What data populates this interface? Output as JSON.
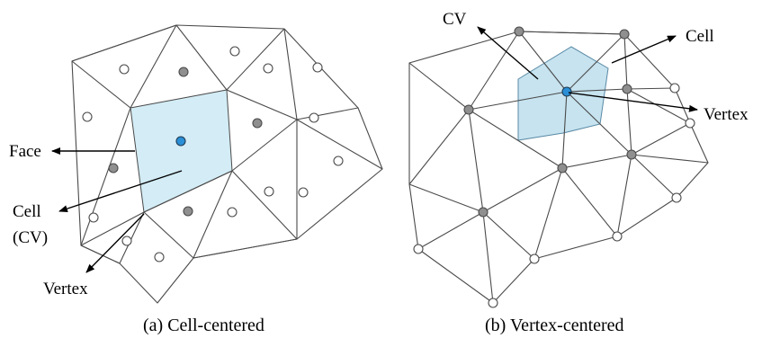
{
  "left_panel": {
    "caption": "(a) Cell-centered",
    "labels": {
      "face": "Face",
      "cell_line1": "Cell",
      "cell_line2": "(CV)",
      "vertex": "Vertex"
    }
  },
  "right_panel": {
    "caption": "(b) Vertex-centered",
    "labels": {
      "cv": "CV",
      "cell": "Cell",
      "vertex": "Vertex"
    }
  },
  "colors": {
    "control_volume_fill": "#d3ecf5",
    "highlight_node": "#2a8fd6",
    "grey_node": "#8f8f8f",
    "mesh_line": "#4a4a4a"
  }
}
